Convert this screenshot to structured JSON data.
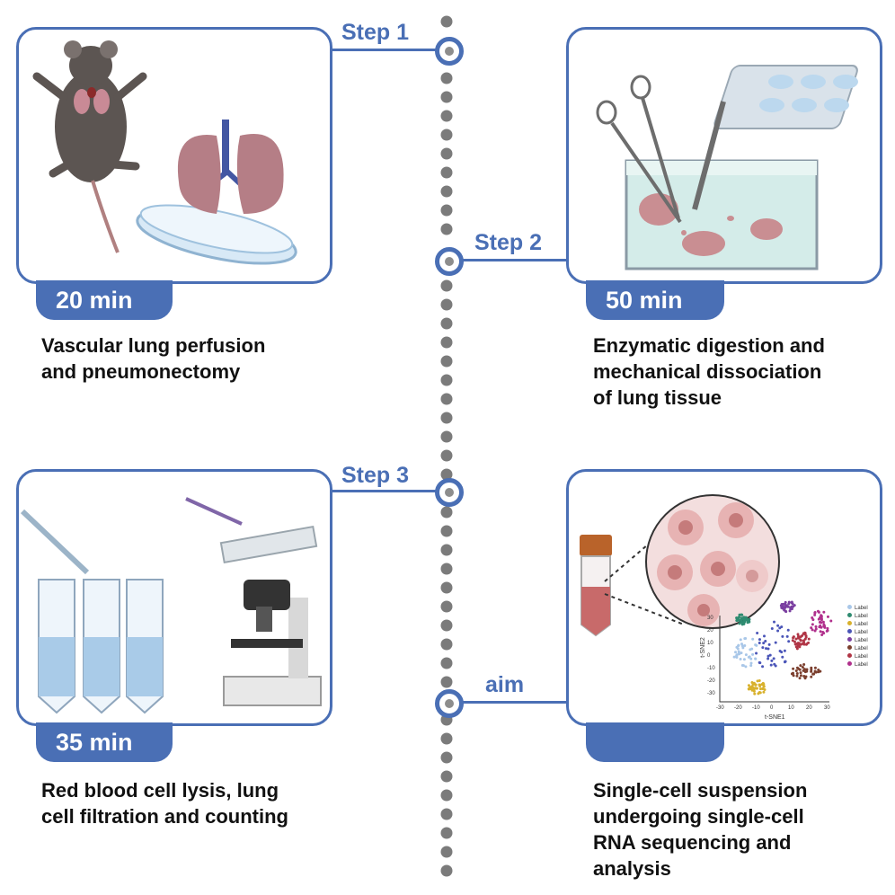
{
  "steps": {
    "step1": "Step 1",
    "step2": "Step 2",
    "step3": "Step 3",
    "aim": "aim"
  },
  "cards": {
    "card1": {
      "time": "20 min",
      "caption_line1": "Vascular lung perfusion",
      "caption_line2": "and pneumonectomy"
    },
    "card2": {
      "time": "50 min",
      "caption_line1": "Enzymatic digestion and",
      "caption_line2": "mechanical dissociation",
      "caption_line3": "of lung tissue"
    },
    "card3": {
      "time": "35 min",
      "caption_line1": "Red blood cell lysis, lung",
      "caption_line2": "cell filtration and counting"
    },
    "card4": {
      "time": "",
      "caption_line1": "Single-cell suspension",
      "caption_line2": "undergoing single-cell",
      "caption_line3": "RNA sequencing and",
      "caption_line4": "analysis"
    }
  },
  "tsne": {
    "xlabel": "t-SNE1",
    "ylabel": "t-SNE2",
    "xticks": [
      "-30",
      "-20",
      "-10",
      "0",
      "10",
      "20",
      "30"
    ],
    "yticks": [
      "30",
      "20",
      "10",
      "0",
      "-10",
      "-20",
      "-30"
    ],
    "legend": [
      "Label",
      "Label",
      "Label",
      "Label",
      "Label",
      "Label",
      "Label",
      "Label"
    ],
    "legend_colors": [
      "#a9c7e8",
      "#2e8b70",
      "#d8b12c",
      "#4a55b8",
      "#7a3fa0",
      "#7b3f2e",
      "#b03545",
      "#b0308c"
    ]
  },
  "colors": {
    "accent": "#4a6fb5",
    "timeline_dot": "#7b7b7b"
  }
}
